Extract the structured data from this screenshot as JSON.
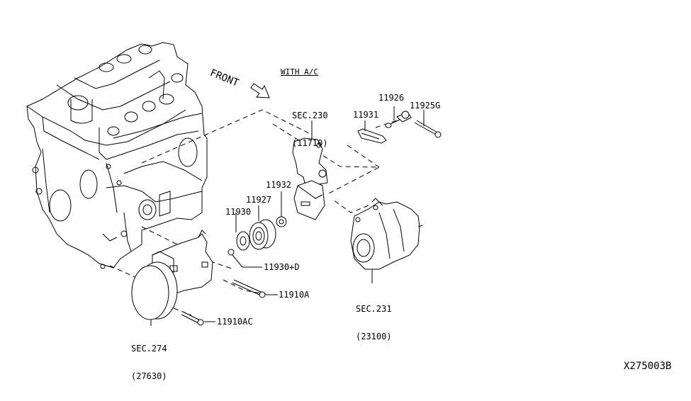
{
  "diagram": {
    "orientation_label": "FRONT",
    "variant_label": "WITH A/C",
    "reference_code": "X275003B",
    "parts": [
      {
        "id": "sec230",
        "line1": "SEC.230",
        "line2": "(11710)"
      },
      {
        "id": "p11926",
        "line1": "11926"
      },
      {
        "id": "p11925G",
        "line1": "11925G"
      },
      {
        "id": "p11931",
        "line1": "11931"
      },
      {
        "id": "p11932",
        "line1": "11932"
      },
      {
        "id": "p11927",
        "line1": "11927"
      },
      {
        "id": "p11930",
        "line1": "11930"
      },
      {
        "id": "p11930D",
        "line1": "11930+D"
      },
      {
        "id": "p11910A",
        "line1": "11910A"
      },
      {
        "id": "p11910AC",
        "line1": "11910AC"
      },
      {
        "id": "sec274",
        "line1": "SEC.274",
        "line2": "(27630)"
      },
      {
        "id": "sec231",
        "line1": "SEC.231",
        "line2": "(23100)"
      }
    ],
    "components": [
      "engine-block",
      "compressor",
      "idler-pulley",
      "bracket",
      "alternator",
      "adjusting-bolt",
      "bolt",
      "nut",
      "washer"
    ]
  }
}
